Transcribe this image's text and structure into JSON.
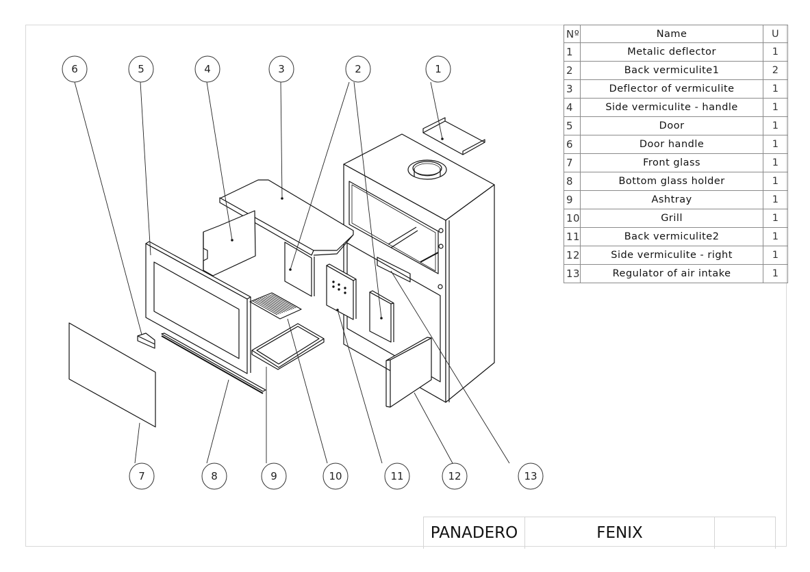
{
  "drawing": {
    "title_block": {
      "company": "PANADERO",
      "product": "FENIX",
      "extra": ""
    },
    "bom": {
      "headers": {
        "number": "Nº",
        "name": "Name",
        "units": "U"
      },
      "rows": [
        {
          "number": "1",
          "name": "Metalic deflector",
          "units": "1"
        },
        {
          "number": "2",
          "name": "Back vermiculite1",
          "units": "2"
        },
        {
          "number": "3",
          "name": "Deflector of vermiculite",
          "units": "1"
        },
        {
          "number": "4",
          "name": "Side vermiculite - handle",
          "units": "1"
        },
        {
          "number": "5",
          "name": "Door",
          "units": "1"
        },
        {
          "number": "6",
          "name": "Door handle",
          "units": "1"
        },
        {
          "number": "7",
          "name": "Front glass",
          "units": "1"
        },
        {
          "number": "8",
          "name": "Bottom glass holder",
          "units": "1"
        },
        {
          "number": "9",
          "name": "Ashtray",
          "units": "1"
        },
        {
          "number": "10",
          "name": "Grill",
          "units": "1"
        },
        {
          "number": "11",
          "name": "Back vermiculite2",
          "units": "1"
        },
        {
          "number": "12",
          "name": "Side vermiculite - right",
          "units": "1"
        },
        {
          "number": "13",
          "name": "Regulator of air intake",
          "units": "1"
        }
      ]
    },
    "balloons": [
      "6",
      "5",
      "4",
      "3",
      "2",
      "1",
      "7",
      "8",
      "9",
      "10",
      "11",
      "12",
      "13"
    ],
    "line_color": "#111111",
    "frame_color": "#d8d8d8"
  }
}
